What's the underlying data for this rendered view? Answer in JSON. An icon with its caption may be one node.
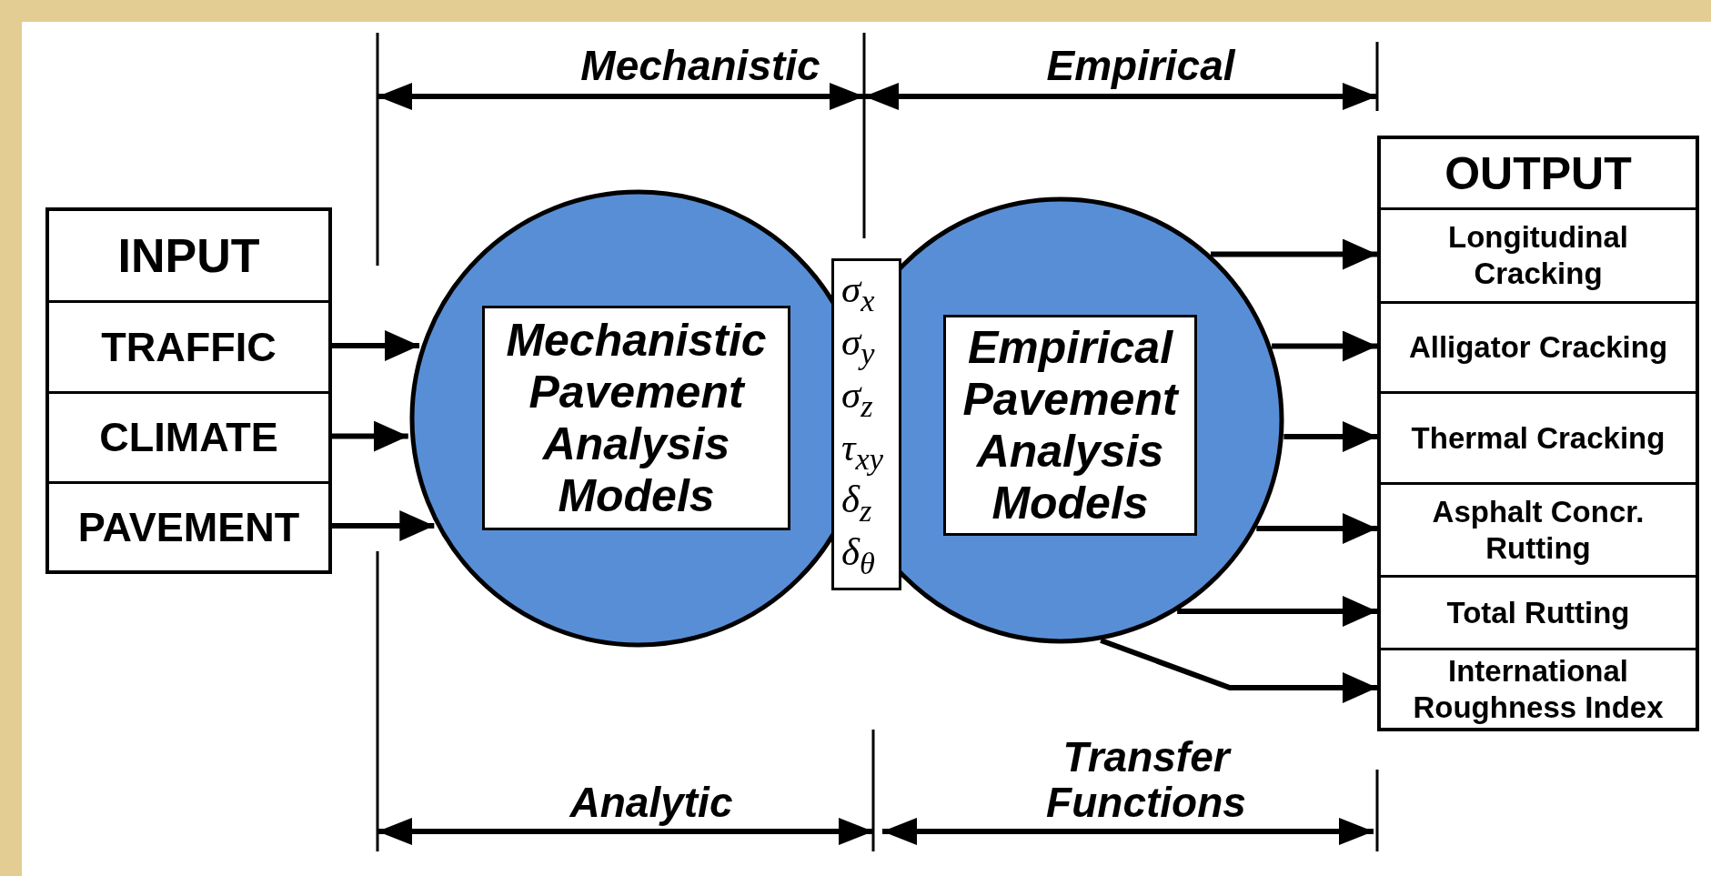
{
  "diagram": {
    "nodes": [
      {
        "text": [
          "INPUT"
        ]
      },
      {
        "text": [
          "TRAFFIC"
        ],
        "in": 0
      },
      {
        "text": [
          "CLIMATE"
        ],
        "in": 0
      },
      {
        "text": [
          "PAVEMENT"
        ],
        "in": 0
      },
      {
        "text": [],
        "shape": "circle"
      },
      {
        "text": [
          "Mechanistic Pavement Analysis Models"
        ],
        "in": 4
      },
      {
        "text": [
          "σ$_{x}$",
          "σ$_{y}$",
          "σ$_{z}$",
          "τ$_{xy}$",
          "δ$_{z}$",
          "δ$_{θ}$"
        ]
      },
      {
        "text": [],
        "shape": "circle"
      },
      {
        "text": [
          "Empirical Pavement Analysis Models"
        ],
        "in": 7
      },
      {
        "text": [
          "OUTPUT"
        ]
      },
      {
        "text": [
          "Longitudinal Cracking"
        ],
        "in": 9
      },
      {
        "text": [
          "Alligator Cracking"
        ],
        "in": 9
      },
      {
        "text": [
          "Thermal Cracking"
        ],
        "in": 9
      },
      {
        "text": [
          "Asphalt Concr. Rutting"
        ],
        "in": 9
      },
      {
        "text": [
          "Total Rutting"
        ],
        "in": 9
      },
      {
        "text": [
          "International Roughness Index"
        ],
        "in": 9
      }
    ],
    "edges": [
      {
        "from": 1,
        "to": 4,
        "arrow": "to"
      },
      {
        "from": 2,
        "to": 4,
        "arrow": "to"
      },
      {
        "from": 3,
        "to": 4,
        "arrow": "to"
      },
      {
        "from": 7,
        "to": 10,
        "arrow": "to"
      },
      {
        "from": 7,
        "to": 11,
        "arrow": "to"
      },
      {
        "from": 7,
        "to": 12,
        "arrow": "to"
      },
      {
        "from": 7,
        "to": 13,
        "arrow": "to"
      },
      {
        "from": 7,
        "to": 14,
        "arrow": "to"
      },
      {
        "from": 7,
        "to": 15,
        "arrow": "to"
      }
    ],
    "labels": [
      "Mechanistic",
      "Empirical",
      "Analytic",
      "Transfer Functions"
    ]
  }
}
